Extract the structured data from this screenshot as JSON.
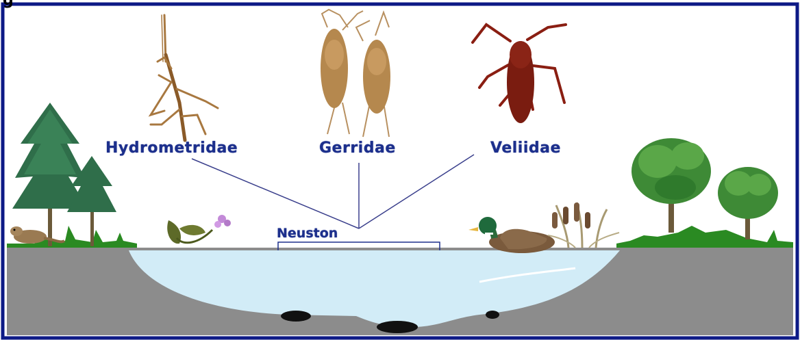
{
  "figure": {
    "corner_label": "g",
    "families": [
      {
        "name": "Hydrometridae"
      },
      {
        "name": "Gerridae"
      },
      {
        "name": "Veliidae"
      }
    ],
    "group_label": "Neuston"
  },
  "colors": {
    "frame": "#0d1a86",
    "label": "#1c2f8c",
    "connector": "#3a3f8c",
    "water": "#d2ecf7",
    "soil": "#8c8c8c",
    "grass": "#2a8a22"
  }
}
